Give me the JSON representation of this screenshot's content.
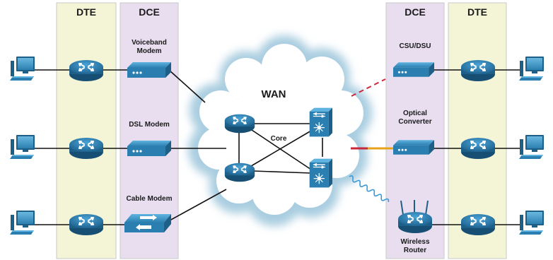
{
  "columns": {
    "left_dte": "DTE",
    "left_dce": "DCE",
    "right_dce": "DCE",
    "right_dte": "DTE"
  },
  "devices": {
    "voiceband_modem_line1": "Voiceband",
    "voiceband_modem_line2": "Modem",
    "dsl_modem": "DSL Modem",
    "cable_modem": "Cable Modem",
    "csu_dsu": "CSU/DSU",
    "optical_converter_line1": "Optical",
    "optical_converter_line2": "Converter",
    "wireless_router_line1": "Wireless",
    "wireless_router_line2": "Router"
  },
  "wan": {
    "title": "WAN",
    "core_label": "Core"
  },
  "colors": {
    "dte_column": "#f3f5d6",
    "dce_column": "#e8def0",
    "column_border": "#c9c9c9",
    "device_blue": "#2b7fb0",
    "device_dark": "#1d5f86",
    "cloud_fill": "#ffffff",
    "cloud_glow": "#a9cde0",
    "link_black": "#111111",
    "serial_red": "#c8283c",
    "fiber_orange": "#e8a21b",
    "wireless_blue": "#3a9ad9"
  },
  "icons": [
    "pc-icon",
    "router-icon",
    "modem-icon",
    "cable-modem-icon",
    "multilayer-switch-icon",
    "wireless-router-icon"
  ]
}
